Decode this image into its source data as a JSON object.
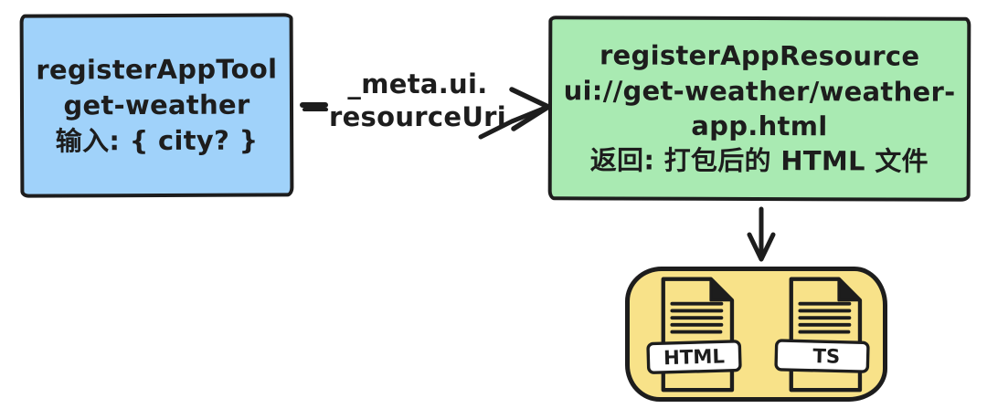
{
  "diagram": {
    "ink_color": "#1d1d1d",
    "tool_box": {
      "fill": "#a0d2fa",
      "lines": [
        "registerAppTool",
        "get-weather",
        "输入: { city? }"
      ]
    },
    "edge_label": {
      "line1": "_meta.ui.",
      "line2": "resourceUri"
    },
    "resource_box": {
      "fill": "#a9eab2",
      "lines": [
        "registerAppResource",
        "ui://get-weather/weather-",
        "app.html",
        "返回: 打包后的 HTML 文件"
      ]
    },
    "bundle_box": {
      "fill": "#f8e289",
      "files": [
        {
          "label": "HTML"
        },
        {
          "label": "TS"
        }
      ]
    }
  }
}
